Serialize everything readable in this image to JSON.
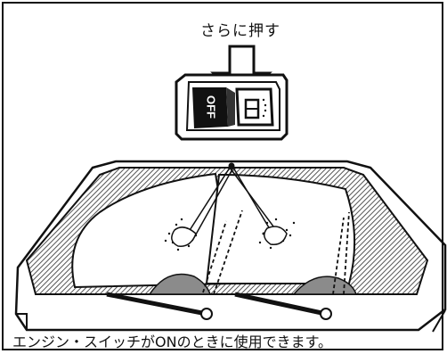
{
  "instruction_label": "さらに押す",
  "switch": {
    "off_label": "OFF",
    "washer_symbol": "washer-icon"
  },
  "caption": "エンジン・スイッチがONのときに使用できます。",
  "colors": {
    "line": "#111111",
    "glass_hatch": "#6f6f6f",
    "background": "#ffffff"
  }
}
